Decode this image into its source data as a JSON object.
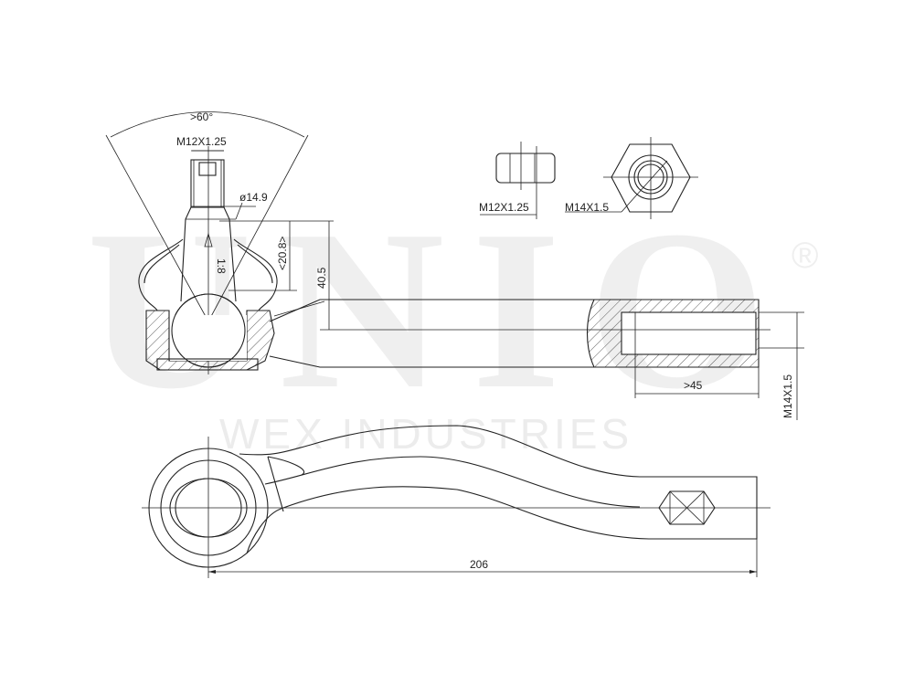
{
  "watermark": {
    "brand": "UNIO",
    "registered": "®",
    "company": "WEX INDUSTRIES"
  },
  "views": {
    "side_section": {
      "angle_label": ">60°",
      "stud_thread": "M12X1.25",
      "stud_diameter": "ø14.9",
      "taper_ratio": "1:8",
      "taper_length": "<20.8>",
      "height": "40.5",
      "bore_depth": ">45",
      "inner_thread": "M14X1.5"
    },
    "nut_views": {
      "castle_nut_label": "M12X1.25",
      "hex_nut_label": "M14X1.5"
    },
    "top_view": {
      "overall_length": "206"
    }
  }
}
